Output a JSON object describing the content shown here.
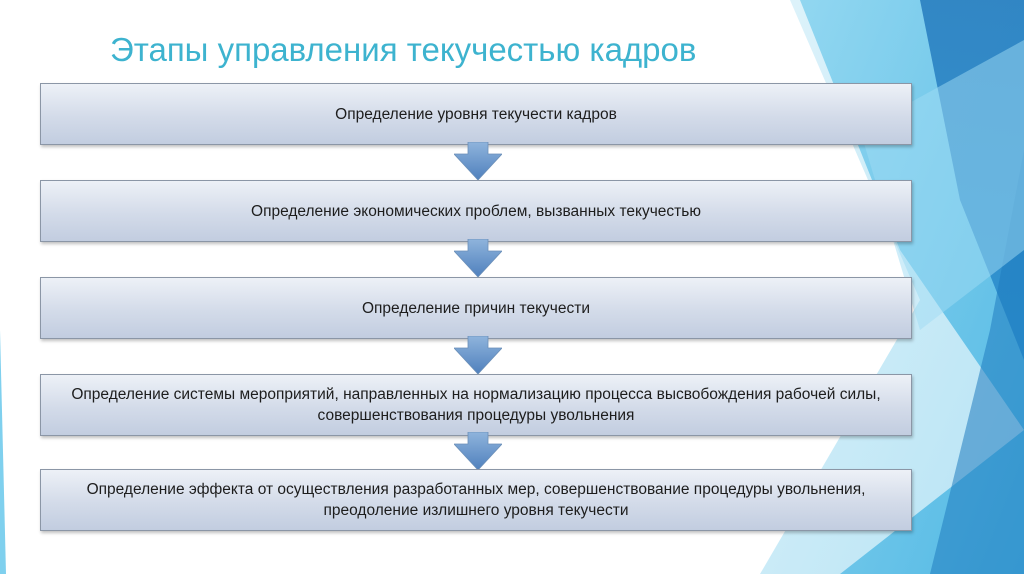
{
  "slide": {
    "title": "Этапы управления текучестью кадров",
    "colors": {
      "title": "#3db3cf",
      "box_fill": "#d3dbe9",
      "box_border": "#8b96a6",
      "arrow": "#5b8cc4",
      "decor_light": "#bfe6f4",
      "decor_mid": "#5bc3e6",
      "decor_dark": "#2f8fc7"
    }
  },
  "flow": {
    "steps": [
      {
        "label": "Определение уровня текучести кадров"
      },
      {
        "label": "Определение экономических проблем, вызванных текучестью"
      },
      {
        "label": "Определение причин текучести"
      },
      {
        "label": "Определение системы мероприятий, направленных на нормализацию процесса высвобождения рабочей силы, совершенствования процедуры увольнения"
      },
      {
        "label": "Определение эффекта от осуществления разработанных мер, совершенствование процедуры увольнения, преодоление излишнего уровня текучести"
      }
    ],
    "connector_icon": "arrow-down-icon"
  }
}
